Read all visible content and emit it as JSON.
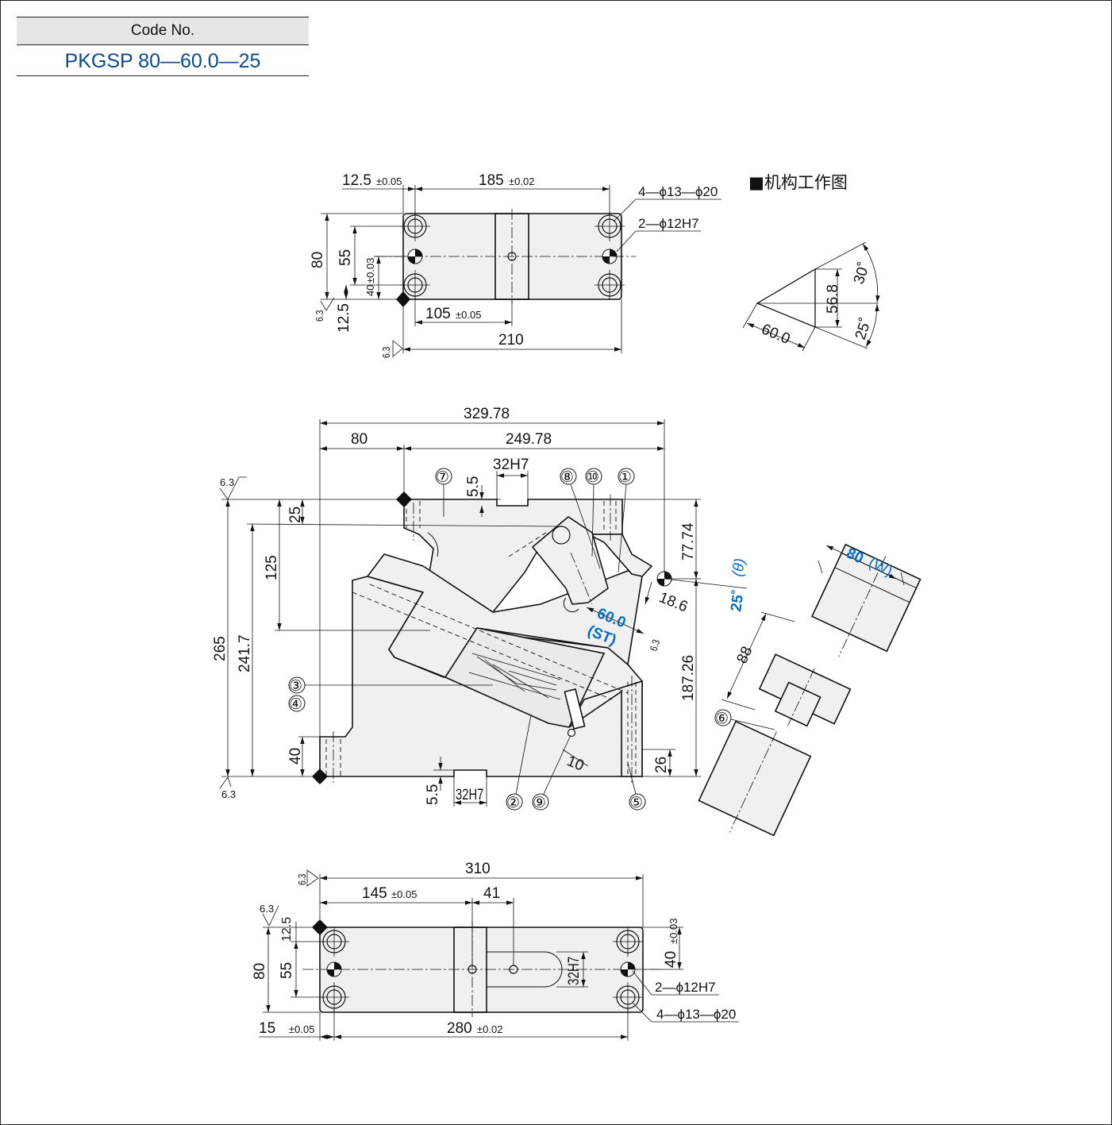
{
  "header": {
    "code_label": "Code No.",
    "code_value": "PKGSP 80—60.0—25"
  },
  "diagram_title": "■机构工作图",
  "top_view": {
    "dim_12_5": "12.5",
    "tol_12_5": "±0.05",
    "dim_185": "185",
    "tol_185": "±0.02",
    "dim_105": "105",
    "tol_105": "±0.05",
    "dim_210": "210",
    "dim_80": "80",
    "dim_55": "55",
    "dim_40": "40",
    "tol_40": "±0.03",
    "dim_12_5_v": "12.5",
    "holes_note": "4—ϕ13—ϕ20",
    "pin_note": "2—ϕ12H7",
    "rough_a": "6.3",
    "rough_b": "6.3"
  },
  "mechanism": {
    "dim_56_8": "56.8",
    "dim_60": "60.0",
    "angle_30": "30˚",
    "angle_25": "25˚"
  },
  "front_view": {
    "dim_329_78": "329.78",
    "dim_80": "80",
    "dim_249_78": "249.78",
    "dim_32h7_top": "32H7",
    "dim_5_5_top": "5.5",
    "dim_25": "25",
    "dim_125": "125",
    "dim_265": "265",
    "dim_241_7": "241.7",
    "dim_40": "40",
    "dim_5_5_bot": "5.5",
    "dim_32h7_bot": "32H7",
    "dim_77_74": "77.74",
    "dim_187_26": "187.26",
    "dim_26": "26",
    "dim_18_6": "18.6",
    "dim_10": "10",
    "stroke_value": "60.0",
    "stroke_label": "(ST)",
    "angle_value": "25˚",
    "angle_label": "(θ)",
    "rough_top": "6.3",
    "rough_bot": "6.3",
    "rough_slide": "6.3",
    "labels": {
      "p1": "①",
      "p2": "②",
      "p3": "③",
      "p4": "④",
      "p5": "⑤",
      "p6": "⑥",
      "p7": "⑦",
      "p8": "⑧",
      "p9": "⑨",
      "p10": "⑩"
    }
  },
  "side_view": {
    "width_value": "80",
    "width_label": "(W)",
    "dim_88": "88"
  },
  "bottom_view": {
    "dim_310": "310",
    "dim_145": "145",
    "tol_145": "±0.05",
    "dim_41": "41",
    "dim_15": "15",
    "tol_15": "±0.05",
    "dim_280": "280",
    "tol_280": "±0.02",
    "dim_80": "80",
    "dim_55": "55",
    "dim_12_5": "12.5",
    "dim_40": "40",
    "tol_40": "±0.03",
    "dim_32h7": "32H7",
    "pin_note": "2—ϕ12H7",
    "holes_note": "4—ϕ13—ϕ20",
    "rough_a": "6.3",
    "rough_b": "6.3"
  }
}
